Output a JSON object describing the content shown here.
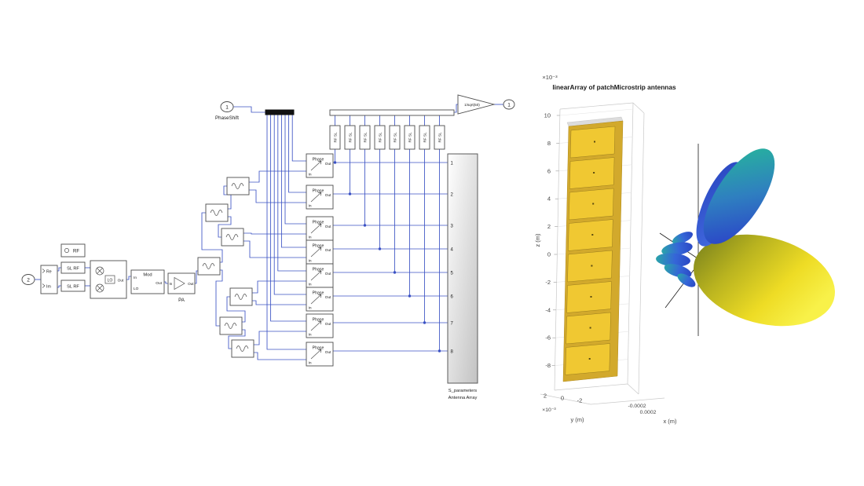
{
  "simulink": {
    "inport_in": "2",
    "inport_phase": "1",
    "phase_port_label": "PhaseShift",
    "outport": "1",
    "complex_block": {
      "re": "Re",
      "im": "Im"
    },
    "rf_config_label": "RF",
    "sl_rf_top": "SL RF",
    "sl_rf_bottom": "SL RF",
    "iq_mod": {
      "lo": "LO",
      "out": "Out"
    },
    "mod_block": {
      "title": "Mod",
      "in": "In",
      "lo": "LO",
      "out": "Out"
    },
    "pa_block": {
      "in": "In",
      "out": "Out",
      "label": "PA"
    },
    "gain_label": "1/sqrt(50)",
    "phase_shifter": {
      "title": "Phase",
      "in": "In",
      "out": "Out"
    },
    "rf_element_label": "RF SL",
    "array_block": {
      "ports": [
        "1",
        "2",
        "3",
        "4",
        "5",
        "6",
        "7",
        "8"
      ],
      "caption_line1": "S_parameters",
      "caption_line2": "Antenna Array"
    },
    "wire_color": "#3b52c4"
  },
  "array_plot": {
    "scale_top": "×10⁻³",
    "title": "linearArray of patchMicrostrip antennas",
    "z_label": "z (m)",
    "z_ticks": [
      "10",
      "8",
      "6",
      "4",
      "2",
      "0",
      "-2",
      "-4",
      "-6",
      "-8"
    ],
    "y_label": "y (m)",
    "y_ticks": [
      "2",
      "0",
      "-2"
    ],
    "scale_bottom": "×10⁻³",
    "x_label": "x (m)",
    "x_ticks": [
      "-0.0002",
      "0.0002"
    ],
    "patch_count": 8,
    "colors": {
      "patch": "#f0c832",
      "substrate": "#d2a92c"
    }
  },
  "pattern_plot": {
    "colors": {
      "main_lobe": "#eedc25",
      "main_lobe_shadow": "#6f7a1c",
      "upper_lobe_tip": "#27b09f",
      "upper_lobe_base": "#2b46c8",
      "side_lobes": "#3566d8"
    }
  }
}
